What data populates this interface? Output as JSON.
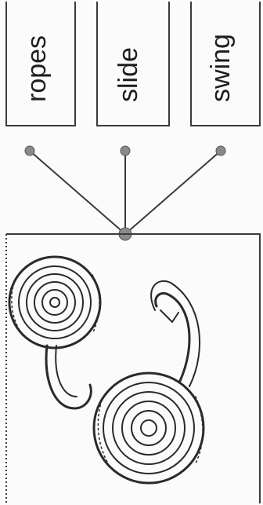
{
  "labels": [
    "ropes",
    "slide",
    "swing"
  ],
  "colors": {
    "ink": "#2a2a2a",
    "line": "#3a3a3a",
    "dot": "#8a8a8a",
    "paper": "#fbfbfb"
  },
  "picture": {
    "icon": "coiled-rope-illustration"
  }
}
